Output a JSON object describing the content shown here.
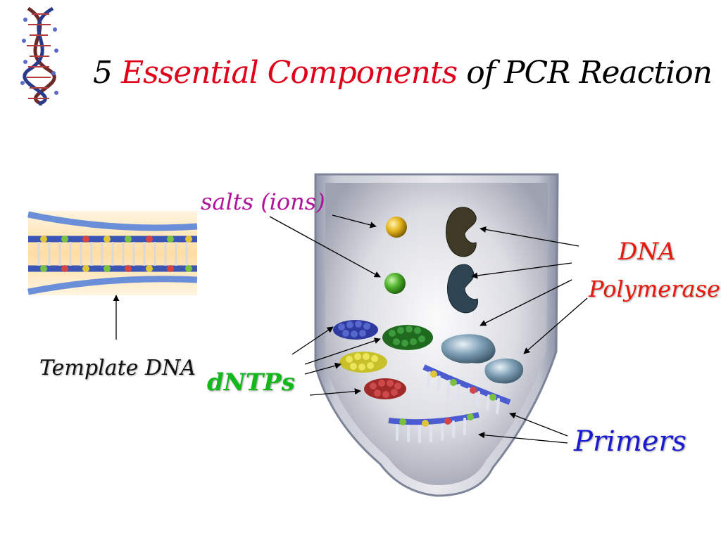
{
  "title": {
    "part1": "5 ",
    "part2": "Essential Components",
    "part3": " of PCR Reaction"
  },
  "labels": {
    "salts": "salts (ions)",
    "dna_polymerase_line1": "DNA",
    "dna_polymerase_line2": "Polymerase",
    "dntps": "dNTPs",
    "template_dna": "Template DNA",
    "primers": "Primers"
  },
  "colors": {
    "title_accent": "#e0001a",
    "salts": "#b0129a",
    "polymerase": "#e8180c",
    "dntps": "#13b81a",
    "primers": "#1a1ad0"
  }
}
